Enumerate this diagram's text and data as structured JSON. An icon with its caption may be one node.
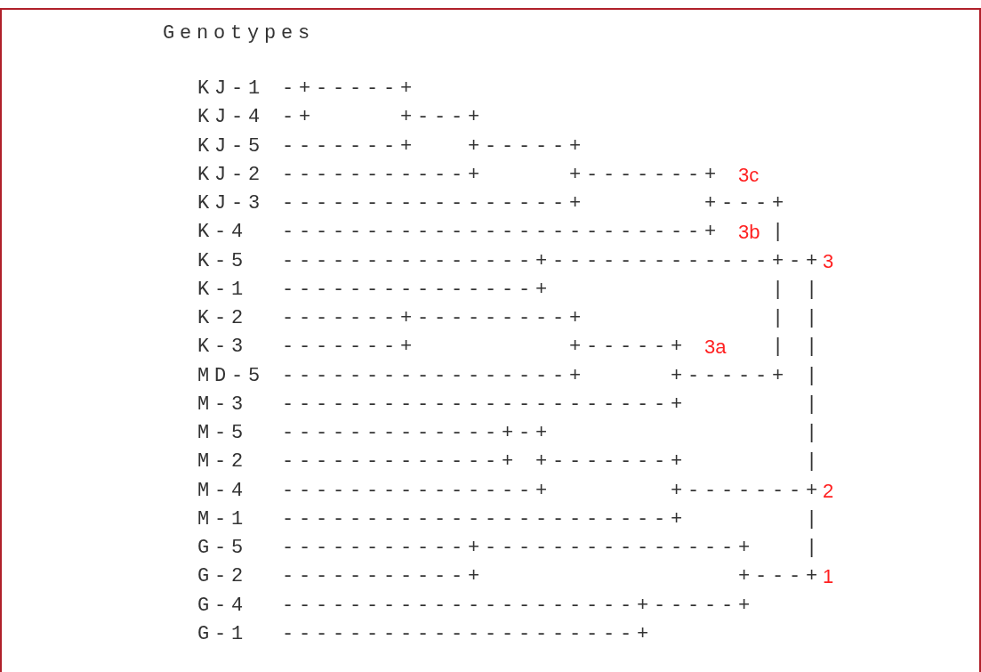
{
  "diagram": {
    "title": "Genotypes",
    "labels": [
      "KJ-1 -+-----+",
      "KJ-4 -+     +---+",
      "KJ-5 -------+   +-----+",
      "KJ-2 -----------+     +-------+",
      "3c",
      "KJ-3 -----------------+       +---+",
      "K-4  -------------------------+",
      "3b",
      "|",
      "K-5  ---------------+-------------+-+",
      "3",
      "K-1  ---------------+             | |",
      "K-2  -------+---------+           | |",
      "K-3  -------+         +-----+",
      "3a",
      "| |",
      "MD-5 -----------------+     +-----+ |",
      "M-3  -----------------------+       |",
      "M-5  -------------+-+               |",
      "M-2  -------------+ +-------+       |",
      "M-4  ---------------+       +-------+",
      "2",
      "M-1  -----------------------+       |",
      "G-5  -----------+---------------+   |",
      "G-2  -----------+               +---+",
      "1",
      "G-4  ---------------------+-----+",
      "G-1  ---------------------+"
    ]
  }
}
